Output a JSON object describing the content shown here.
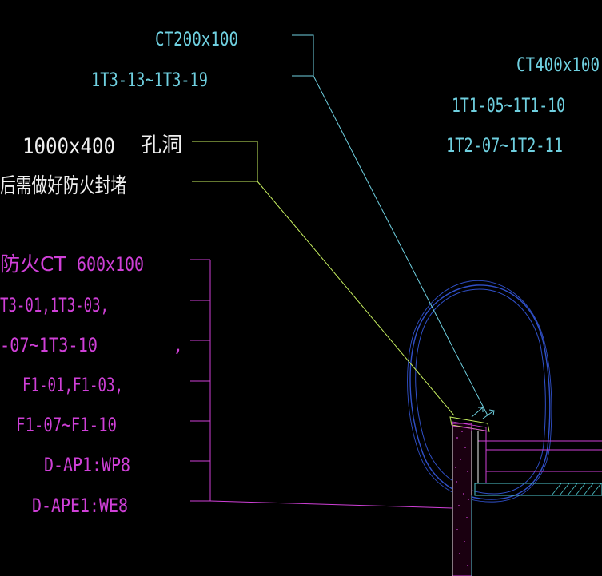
{
  "colors": {
    "background": "#000000",
    "cyan_annotation": "#6fd0e0",
    "white_annotation": "#f0f0f0",
    "green_leader": "#c8f060",
    "magenta_annotation": "#d040d8",
    "revision_cloud": "#3050c8",
    "wall_fill": "#8a2e7a",
    "slab_cyan": "#50c8d0"
  },
  "icons": {
    "revision_cloud": "revision-cloud-icon",
    "leader_arrow": "leader-arrow-icon"
  },
  "labels": {
    "ct200_title": "CT200x100",
    "ct200_range": "1T3-13~1T3-19",
    "ct400_title": "CT400x100",
    "ct400_range_a": "1T1-05~1T1-10",
    "ct400_range_b": "1T2-07~1T2-11",
    "hole_size": "1000x400",
    "hole_name": "孔洞",
    "hole_note": "后需做好防火封堵",
    "fire_ct_title": "防火CT",
    "fire_ct_size": "600x100",
    "fire_line_1": "T3-01,1T3-03,",
    "fire_line_2": "-07~1T3-10",
    "fire_comma": ",",
    "fire_line_3": "F1-01,F1-03,",
    "fire_line_4": "F1-07~F1-10",
    "fire_line_5": "D-AP1:WP8",
    "fire_line_6": "D-APE1:WE8"
  }
}
